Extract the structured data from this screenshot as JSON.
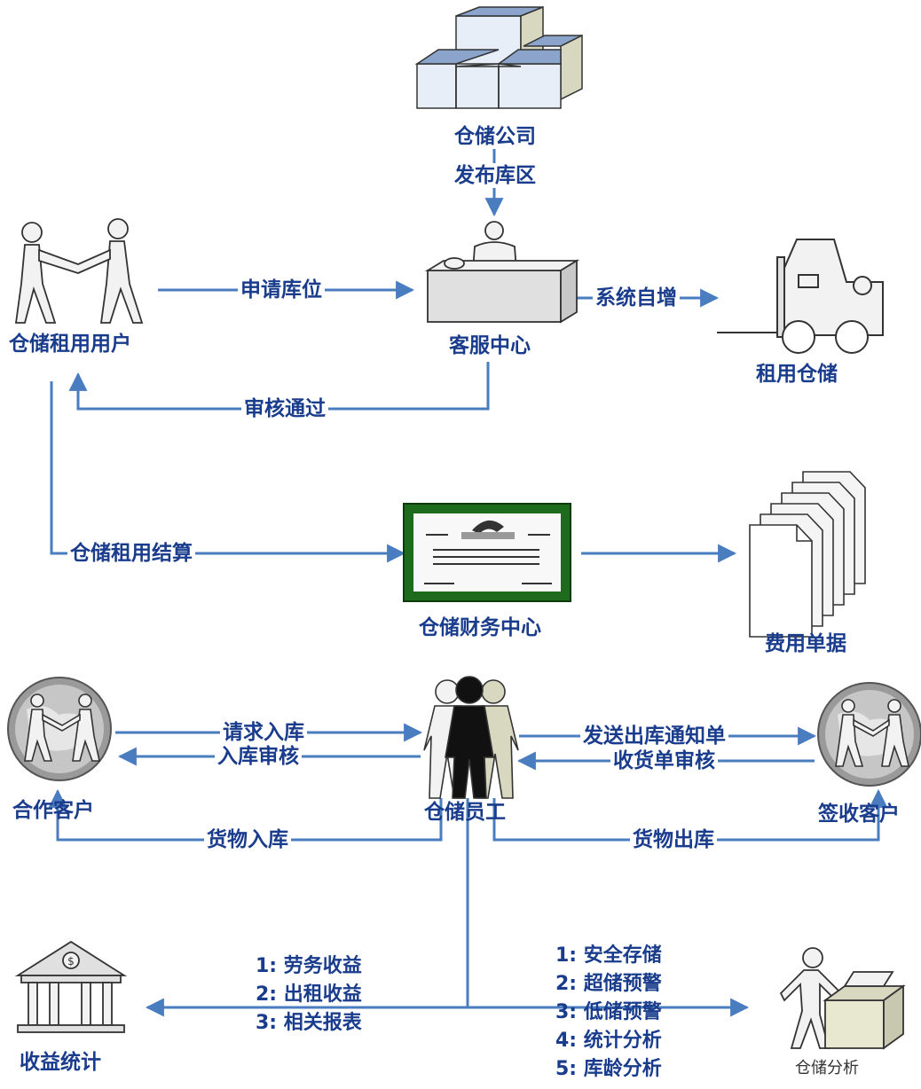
{
  "nodes": {
    "company": "仓储公司",
    "publish": "发布库区",
    "tenant": "仓储租用用户",
    "service": "客服中心",
    "rent": "租用仓储",
    "finance": "仓储财务中心",
    "bills": "费用单据",
    "partner": "合作客户",
    "staff": "仓储员工",
    "receiver": "签收客户",
    "income": "收益统计",
    "analysis": "仓储分析"
  },
  "edges": {
    "apply": "申请库位",
    "auto": "系统自增",
    "approved": "审核通过",
    "settle": "仓储租用结算",
    "req_in": "请求入库",
    "in_review": "入库审核",
    "send_out": "发送出库通知单",
    "recv_review": "收货单审核",
    "goods_in": "货物入库",
    "goods_out": "货物出库"
  },
  "income_list": [
    "1:  劳务收益",
    "2:  出租收益",
    "3:  相关报表"
  ],
  "analysis_list": [
    "1:  安全存储",
    "2:  超储预警",
    "3:  低储预警",
    "4:  统计分析",
    "5:  库龄分析"
  ],
  "colors": {
    "arrow": "#4a7cc0",
    "label": "#1a3c8c",
    "frame": "#1e6b1e"
  }
}
